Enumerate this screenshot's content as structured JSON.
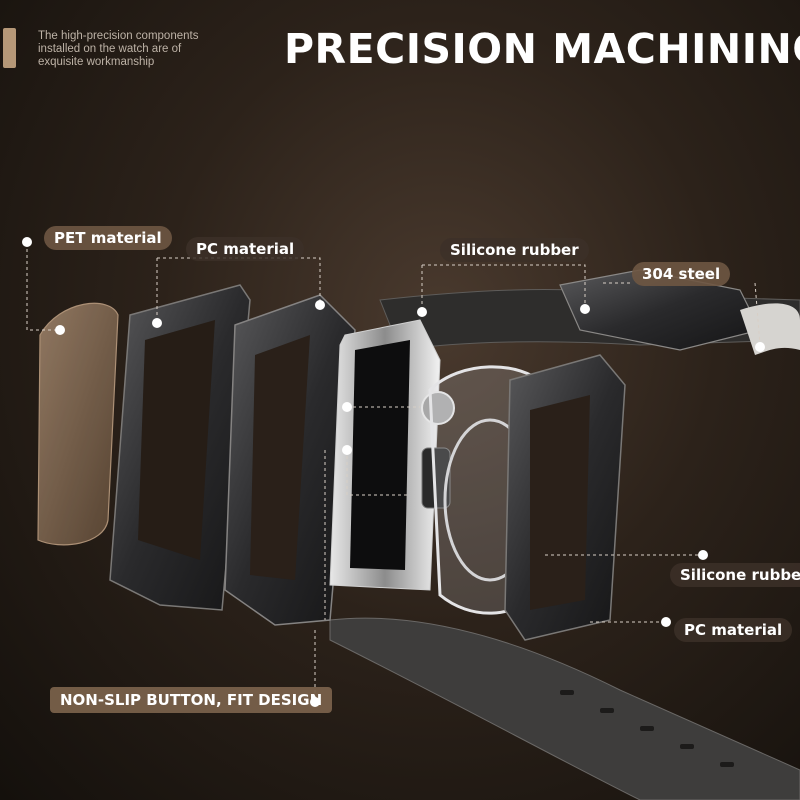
{
  "header": {
    "title": "PRECISION MACHINING",
    "intro_lines": [
      "The high-precision components",
      "installed on the watch are of",
      "exquisite workmanship"
    ]
  },
  "labels": {
    "pet_material": "PET material",
    "pc_material_top": "PC  material",
    "silicone_rubber_top": "Silicone rubber",
    "steel_304": "304 steel",
    "silicone_rubber_right": "Silicone rubber",
    "pc_material_right": "PC  material",
    "non_slip_button": "NON-SLIP BUTTON, FIT DESIGN"
  },
  "colors": {
    "background": "#2c221a",
    "label_fill": "#6e5642",
    "accent": "#b69878",
    "callout_line": "#d8cfc6"
  }
}
